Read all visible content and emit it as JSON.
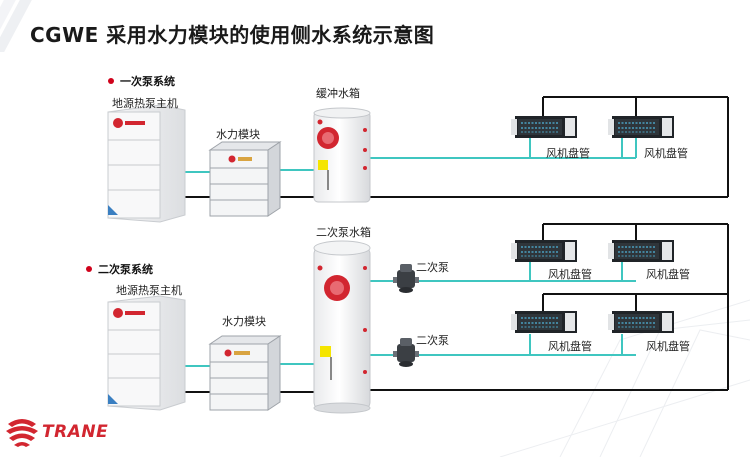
{
  "title": "CGWE 采用水力模块的使用侧水系统示意图",
  "primary": {
    "section": "一次泵系统",
    "heat_pump": "地源热泵主机",
    "hydro_module": "水力模块",
    "buffer_tank": "缓冲水箱",
    "fan_coils": [
      "风机盘管",
      "风机盘管"
    ]
  },
  "secondary": {
    "section": "二次泵系统",
    "heat_pump": "地源热泵主机",
    "hydro_module": "水力模块",
    "tank": "二次泵水箱",
    "pumps": [
      "二次泵",
      "二次泵"
    ],
    "fan_coils": [
      "风机盘管",
      "风机盘管",
      "风机盘管",
      "风机盘管"
    ]
  },
  "brand": "TRANE",
  "colors": {
    "supply_pipe": "#3fc6c0",
    "return_pipe": "#111111",
    "brand_red": "#d22630",
    "bullet": "#d0021b"
  }
}
